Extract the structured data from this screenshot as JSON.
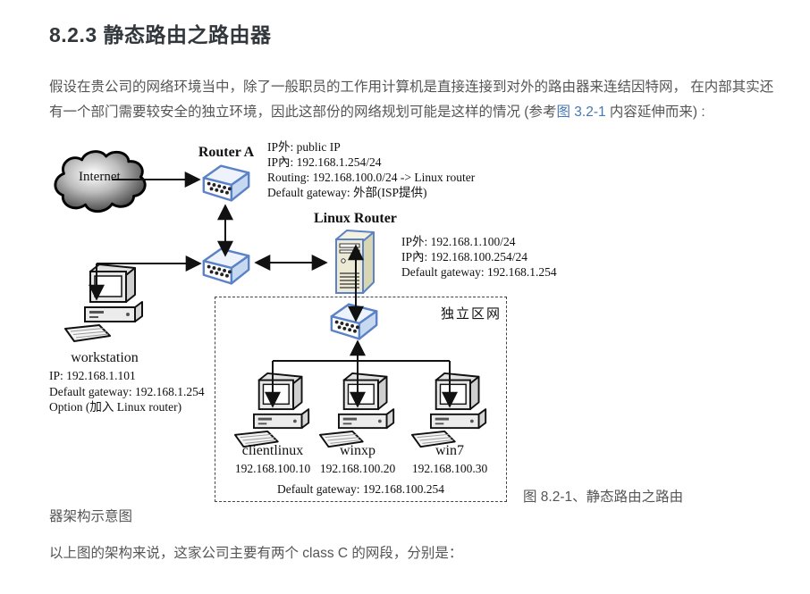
{
  "colors": {
    "heading": "#32373c",
    "body_text": "#555555",
    "link": "#4477b3",
    "diagram_text": "#111111",
    "device_outline": "#5b82c6"
  },
  "page": {
    "heading": "8.2.3 静态路由之路由器",
    "para1": {
      "before_link": "假设在贵公司的网络环境当中，除了一般职员的工作用计算机是直接连接到对外的路由器来连结因特网， 在内部其实还有一个部门需要较安全的独立环境，因此这部份的网络规划可能是这样的情况 (参考",
      "link_text": "图 3.2-1",
      "after_link": " 内容延伸而来) :"
    },
    "caption_line1": "图 8.2-1、静态路由之路由",
    "caption_line2": "器架构示意图",
    "para2": "以上图的架构来说，这家公司主要有两个 class C 的网段，分别是："
  },
  "diagram": {
    "internet_label": "Internet",
    "router_a": {
      "label": "Router A",
      "annotations": [
        "IP外: public IP",
        "IP內: 192.168.1.254/24",
        "Routing: 192.168.100.0/24 -> Linux router",
        "Default gateway: 外部(ISP提供)"
      ]
    },
    "linux_router": {
      "label": "Linux Router",
      "annotations": [
        "IP外: 192.168.1.100/24",
        "IP內: 192.168.100.254/24",
        "Default gateway: 192.168.1.254"
      ]
    },
    "workstation": {
      "label": "workstation",
      "annotations": [
        "IP: 192.168.1.101",
        "Default gateway: 192.168.1.254",
        "Option (加入 Linux router)"
      ]
    },
    "lan": {
      "label": "独立区网",
      "clients": [
        {
          "name": "clientlinux",
          "ip": "192.168.100.10"
        },
        {
          "name": "winxp",
          "ip": "192.168.100.20"
        },
        {
          "name": "win7",
          "ip": "192.168.100.30"
        }
      ],
      "gateway_note": "Default gateway: 192.168.100.254"
    }
  }
}
